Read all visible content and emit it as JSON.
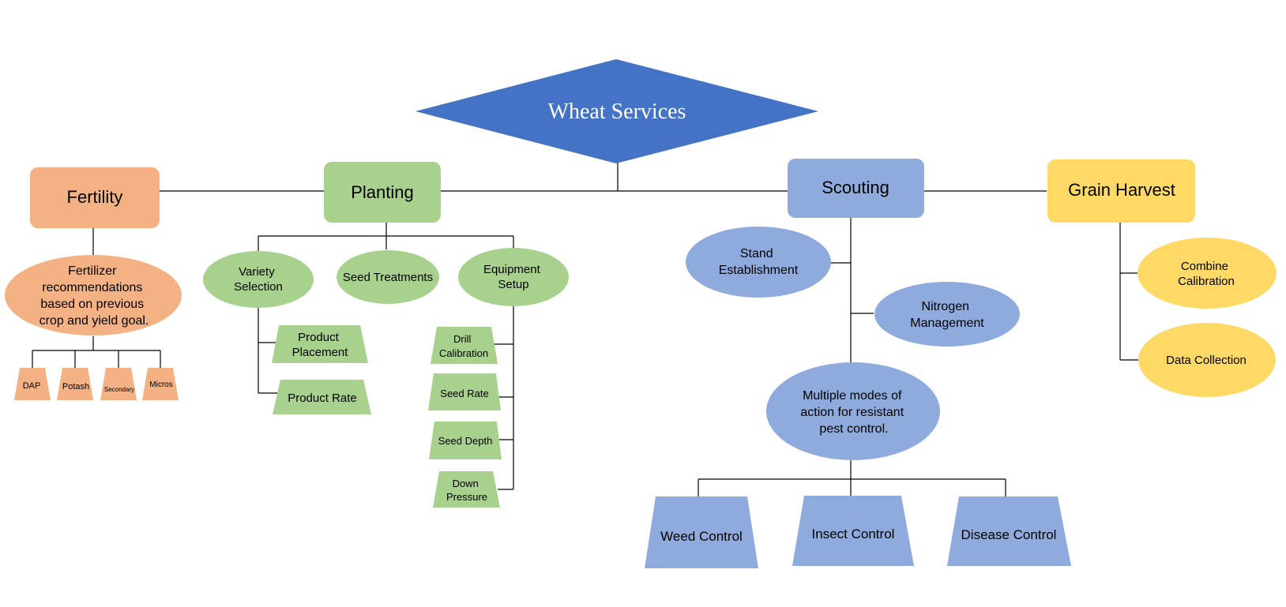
{
  "title": "Wheat Services",
  "colors": {
    "title_fill": "#4472C4",
    "fertility": "#F4B183",
    "planting": "#A9D18E",
    "scouting": "#8FAADC",
    "harvest": "#FFD966",
    "connector": "#000000"
  },
  "categories": {
    "fertility": "Fertility",
    "planting": "Planting",
    "scouting": "Scouting",
    "harvest": "Grain Harvest"
  },
  "fertility": {
    "recommendation": [
      "Fertilizer",
      "recommendations",
      "based on previous",
      "crop and yield goal."
    ],
    "nutrients": [
      "DAP",
      "Potash",
      "Secondary",
      "Micros"
    ]
  },
  "planting": {
    "variety_selection": [
      "Variety",
      "Selection"
    ],
    "seed_treatments": "Seed Treatments",
    "equipment_setup": [
      "Equipment",
      "Setup"
    ],
    "product_placement": [
      "Product",
      "Placement"
    ],
    "product_rate": "Product Rate",
    "drill_calibration": [
      "Drill",
      "Calibration"
    ],
    "seed_rate": "Seed Rate",
    "seed_depth": "Seed Depth",
    "down_pressure": [
      "Down",
      "Pressure"
    ]
  },
  "scouting": {
    "stand_establishment": [
      "Stand",
      "Establishment"
    ],
    "nitrogen_management": [
      "Nitrogen",
      "Management"
    ],
    "pest_control": [
      "Multiple modes of",
      "action for resistant",
      "pest control."
    ],
    "weed_control": "Weed Control",
    "insect_control": "Insect Control",
    "disease_control": "Disease Control"
  },
  "harvest": {
    "combine_calibration": [
      "Combine",
      "Calibration"
    ],
    "data_collection": "Data Collection"
  }
}
